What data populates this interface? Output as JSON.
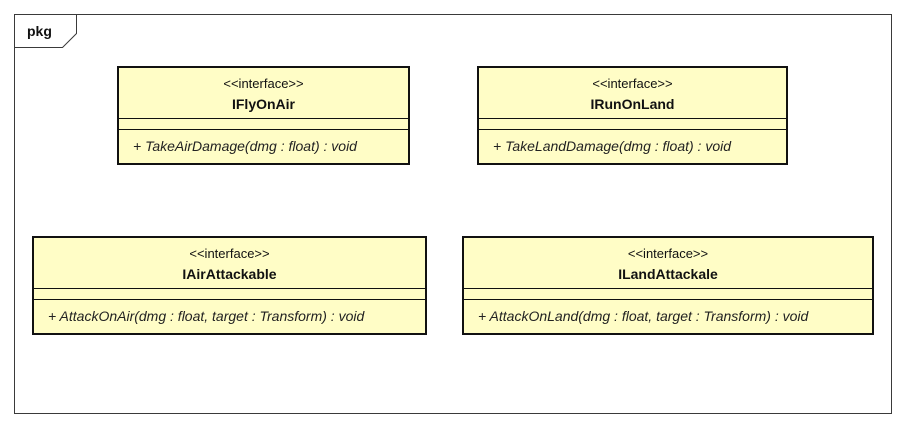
{
  "package": {
    "label": "pkg"
  },
  "interfaces": [
    {
      "stereotype": "<<interface>>",
      "name": "IFlyOnAir",
      "operation": "+ TakeAirDamage(dmg : float) : void"
    },
    {
      "stereotype": "<<interface>>",
      "name": "IRunOnLand",
      "operation": "+ TakeLandDamage(dmg : float) : void"
    },
    {
      "stereotype": "<<interface>>",
      "name": "IAirAttackable",
      "operation": "+ AttackOnAir(dmg : float, target : Transform) : void"
    },
    {
      "stereotype": "<<interface>>",
      "name": "ILandAttackale",
      "operation": "+ AttackOnLand(dmg : float, target : Transform) : void"
    }
  ],
  "colors": {
    "interface_fill": "#fffdc6",
    "border": "#111111"
  }
}
